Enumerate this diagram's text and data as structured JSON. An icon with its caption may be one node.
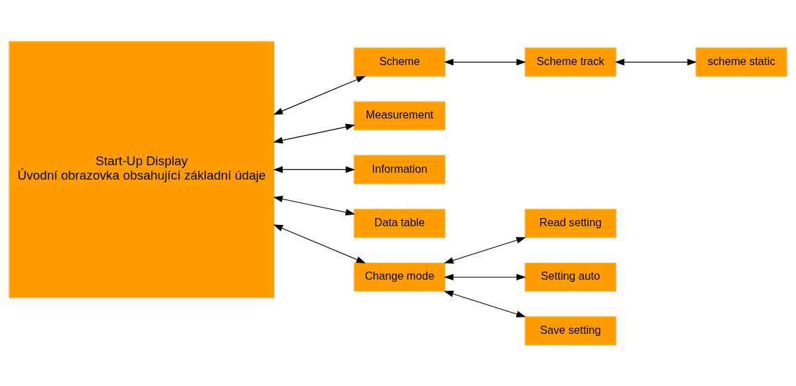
{
  "diagram": {
    "nodes": [
      {
        "text": [
          "Start-Up Display",
          "Úvodní obrazovka obsahující základní údaje"
        ]
      },
      {
        "text": [
          "Scheme"
        ]
      },
      {
        "text": [
          "Scheme track"
        ]
      },
      {
        "text": [
          "scheme static"
        ]
      },
      {
        "text": [
          "Measurement"
        ]
      },
      {
        "text": [
          "Information"
        ]
      },
      {
        "text": [
          "Data table"
        ]
      },
      {
        "text": [
          "Read setting"
        ]
      },
      {
        "text": [
          "Change mode"
        ]
      },
      {
        "text": [
          "Setting auto"
        ]
      },
      {
        "text": [
          "Save setting"
        ]
      }
    ],
    "edges": [
      {
        "from": 0,
        "to": 1,
        "arrow": "both"
      },
      {
        "from": 1,
        "to": 2,
        "arrow": "both"
      },
      {
        "from": 2,
        "to": 3,
        "arrow": "both"
      },
      {
        "from": 0,
        "to": 4,
        "arrow": "both"
      },
      {
        "from": 0,
        "to": 5,
        "arrow": "both"
      },
      {
        "from": 0,
        "to": 6,
        "arrow": "both"
      },
      {
        "from": 8,
        "to": 7,
        "arrow": "both"
      },
      {
        "from": 0,
        "to": 8,
        "arrow": "both"
      },
      {
        "from": 8,
        "to": 9,
        "arrow": "both"
      },
      {
        "from": 8,
        "to": 10,
        "arrow": "both"
      }
    ]
  }
}
